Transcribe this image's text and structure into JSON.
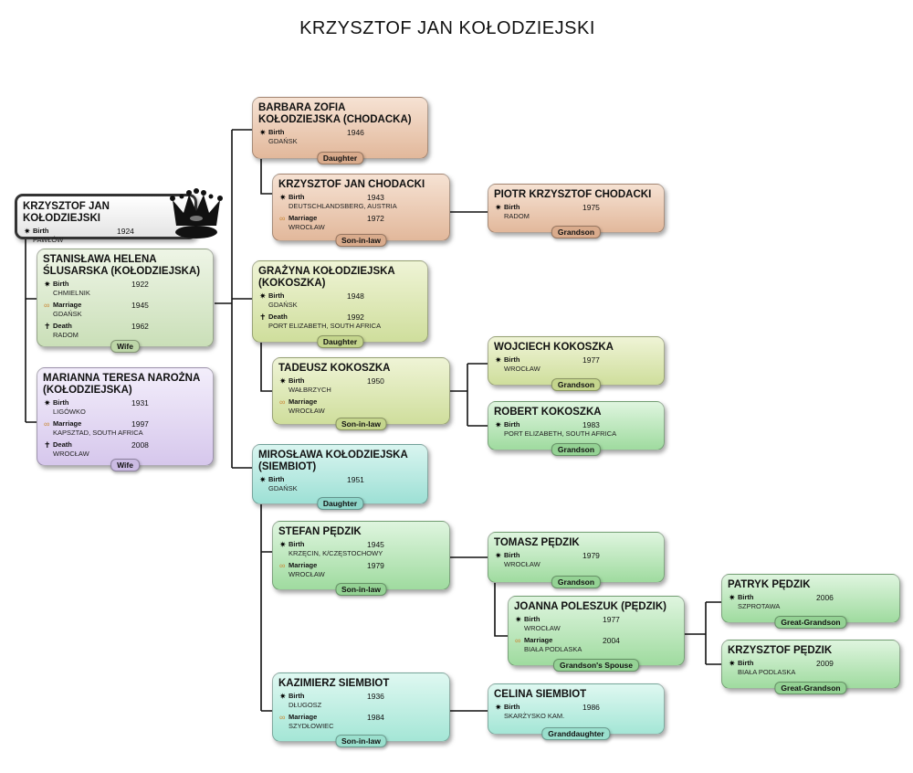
{
  "title": "KRZYSZTOF JAN KOŁODZIEJSKI",
  "labels": {
    "birth": "Birth",
    "marriage": "Marriage",
    "death": "Death"
  },
  "icons": {
    "birth": "star-icon",
    "marriage": "rings-icon",
    "death": "cross-icon",
    "root": "crown-icon"
  },
  "colors": {
    "peach": "#e9c3a8",
    "lime": "#d6e3a8",
    "green": "#a9dfa9",
    "teal": "#a8e3da",
    "lavender": "#ddd0f0",
    "line": "#111111"
  },
  "people": {
    "root": {
      "name": "KRZYSZTOF JAN KOŁODZIEJSKI",
      "birth_year": "1924",
      "birth_place": "PAWŁÓW"
    },
    "stanislawa": {
      "name": "STANISŁAWA HELENA ŚLUSARSKA (KOŁODZIEJSKA)",
      "birth_year": "1922",
      "birth_place": "CHMIELNIK",
      "marriage_year": "1945",
      "marriage_place": "GDAŃSK",
      "death_year": "1962",
      "death_place": "RADOM",
      "relation": "Wife"
    },
    "marianna": {
      "name": "MARIANNA TERESA NAROŻNA (KOŁODZIEJSKA)",
      "birth_year": "1931",
      "birth_place": "LIGÓWKO",
      "marriage_year": "1997",
      "marriage_place": "KAPSZTAD, SOUTH AFRICA",
      "death_year": "2008",
      "death_place": "WROCŁAW",
      "relation": "Wife"
    },
    "barbara": {
      "name": "BARBARA ZOFIA KOŁODZIEJSKA (CHODACKA)",
      "birth_year": "1946",
      "birth_place": "GDAŃSK",
      "relation": "Daughter"
    },
    "krzysztof_ch": {
      "name": "KRZYSZTOF JAN CHODACKI",
      "birth_year": "1943",
      "birth_place": "DEUTSCHLANDSBERG, AUSTRIA",
      "marriage_year": "1972",
      "marriage_place": "WROCŁAW",
      "relation": "Son-in-law"
    },
    "piotr": {
      "name": "PIOTR KRZYSZTOF CHODACKI",
      "birth_year": "1975",
      "birth_place": "RADOM",
      "relation": "Grandson"
    },
    "grazyna": {
      "name": "GRAŻYNA KOŁODZIEJSKA (KOKOSZKA)",
      "birth_year": "1948",
      "birth_place": "GDAŃSK",
      "death_year": "1992",
      "death_place": "PORT ELIZABETH, SOUTH AFRICA",
      "relation": "Daughter"
    },
    "tadeusz": {
      "name": "TADEUSZ KOKOSZKA",
      "birth_year": "1950",
      "birth_place": "WAŁBRZYCH",
      "marriage_place": "WROCŁAW",
      "relation": "Son-in-law"
    },
    "wojciech": {
      "name": "WOJCIECH KOKOSZKA",
      "birth_year": "1977",
      "birth_place": "WROCŁAW",
      "relation": "Grandson"
    },
    "robert": {
      "name": "ROBERT KOKOSZKA",
      "birth_year": "1983",
      "birth_place": "PORT ELIZABETH, SOUTH AFRICA",
      "relation": "Grandson"
    },
    "miroslawa": {
      "name": "MIROSŁAWA KOŁODZIEJSKA (SIEMBIOT)",
      "birth_year": "1951",
      "birth_place": "GDAŃSK",
      "relation": "Daughter"
    },
    "stefan": {
      "name": "STEFAN PĘDZIK",
      "birth_year": "1945",
      "birth_place": "KRZĘCIN, K/CZĘSTOCHOWY",
      "marriage_year": "1979",
      "marriage_place": "WROCŁAW",
      "relation": "Son-in-law"
    },
    "tomasz": {
      "name": "TOMASZ PĘDZIK",
      "birth_year": "1979",
      "birth_place": "WROCŁAW",
      "relation": "Grandson"
    },
    "joanna": {
      "name": "JOANNA POLESZUK (PĘDZIK)",
      "birth_year": "1977",
      "birth_place": "WROCŁAW",
      "marriage_year": "2004",
      "marriage_place": "BIAŁA PODLASKA",
      "relation": "Grandson's Spouse"
    },
    "patryk": {
      "name": "PATRYK PĘDZIK",
      "birth_year": "2006",
      "birth_place": "SZPROTAWA",
      "relation": "Great-Grandson"
    },
    "krzysztof_p": {
      "name": "KRZYSZTOF PĘDZIK",
      "birth_year": "2009",
      "birth_place": "BIAŁA PODLASKA",
      "relation": "Great-Grandson"
    },
    "kazimierz": {
      "name": "KAZIMIERZ SIEMBIOT",
      "birth_year": "1936",
      "birth_place": "DŁUGOSZ",
      "marriage_year": "1984",
      "marriage_place": "SZYDŁOWIEC",
      "relation": "Son-in-law"
    },
    "celina": {
      "name": "CELINA SIEMBIOT",
      "birth_year": "1986",
      "birth_place": "SKARŻYSKO KAM.",
      "relation": "Granddaughter"
    }
  }
}
